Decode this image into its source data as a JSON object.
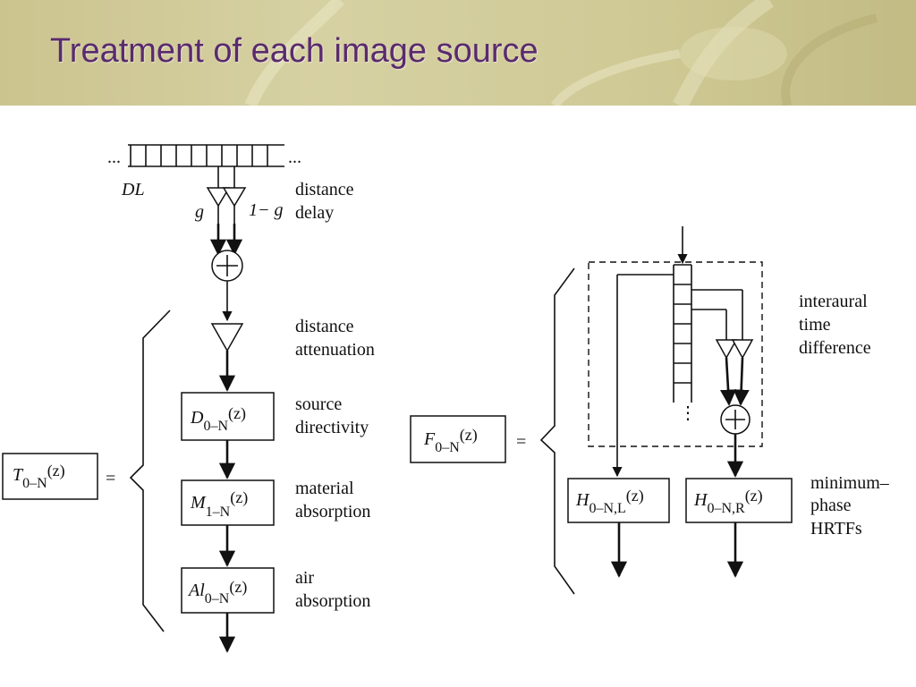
{
  "slide": {
    "title": "Treatment of each image source"
  },
  "left": {
    "delay_line_label": "DL",
    "ellipsis": "...",
    "g_label": "g",
    "one_minus_g_label": "1− g",
    "distance_delay": [
      "distance",
      "delay"
    ],
    "distance_attenuation": [
      "distance",
      "attenuation"
    ],
    "source_directivity": [
      "source",
      "directivity"
    ],
    "material_absorption": [
      "material",
      "absorption"
    ],
    "air_absorption": [
      "air",
      "absorption"
    ],
    "T": {
      "sym": "T",
      "sub": "0–N",
      "arg": "(z)"
    },
    "D": {
      "sym": "D",
      "sub": "0–N",
      "arg": "(z)"
    },
    "M": {
      "sym": "M",
      "sub": "1–N",
      "arg": "(z)"
    },
    "A": {
      "sym": "Al",
      "sub": "0–N",
      "arg": "(z)"
    },
    "equals": "="
  },
  "right": {
    "F": {
      "sym": "F",
      "sub": "0–N",
      "arg": "(z)"
    },
    "equals": "=",
    "interaural": [
      "interaural",
      "time",
      "difference"
    ],
    "minimum": [
      "minimum–",
      "phase",
      "HRTFs"
    ],
    "HL": {
      "sym": "H",
      "sub": "0–N,L",
      "arg": "(z)"
    },
    "HR": {
      "sym": "H",
      "sub": "0–N,R",
      "arg": "(z)"
    },
    "vdots": "⋮"
  }
}
